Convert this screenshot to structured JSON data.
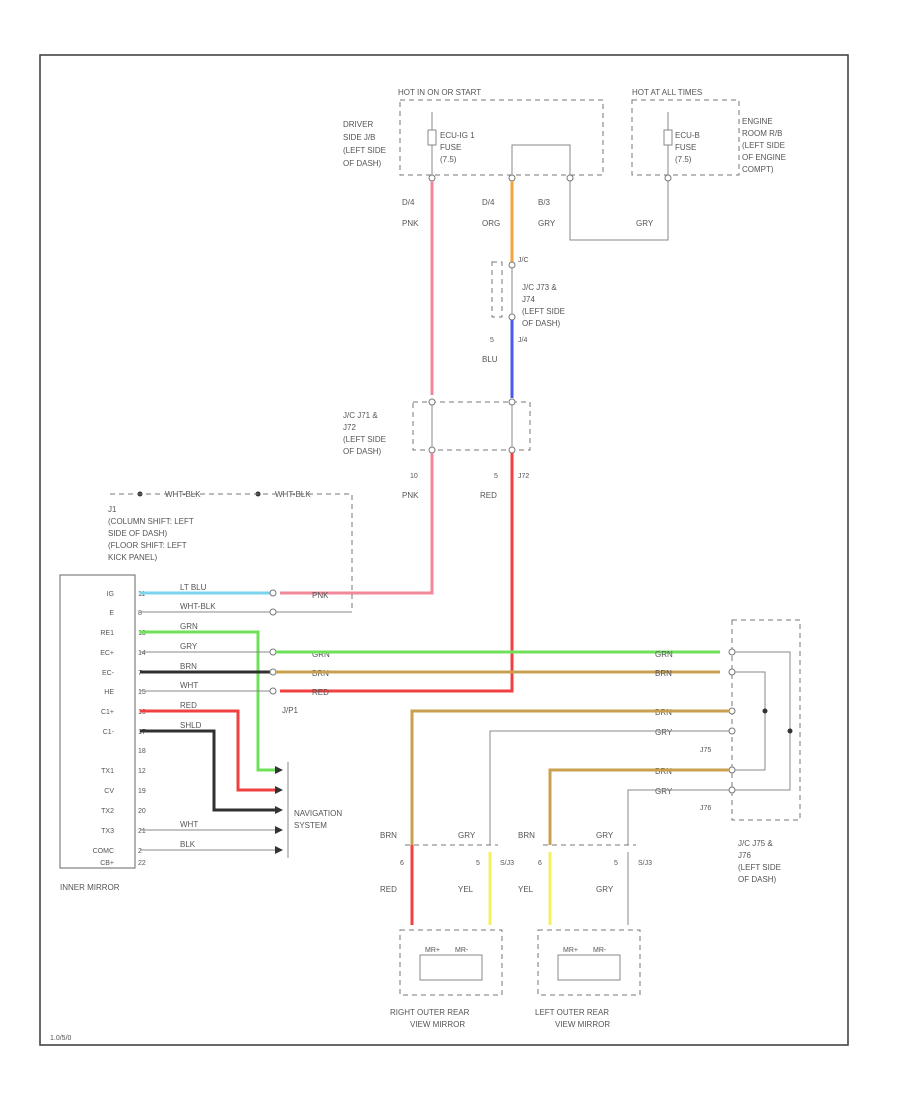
{
  "top_left": {
    "fuse_group": "HOT IN ON OR START",
    "location": [
      "DRIVER",
      "SIDE J/B",
      "(LEFT SIDE",
      "OF DASH)"
    ],
    "fuse": [
      "ECU-IG 1",
      "FUSE",
      "(7.5)"
    ],
    "pins": {
      "left": "D/4",
      "mid": "D/4",
      "right": "B/3"
    }
  },
  "top_right": {
    "fuse_group": "HOT AT ALL TIMES",
    "location": [
      "ENGINE",
      "ROOM R/B",
      "(LEFT SIDE",
      "OF ENGINE",
      "COMPT)"
    ],
    "fuse": [
      "ECU-B",
      "FUSE",
      "(7.5)"
    ]
  },
  "wires_top": {
    "pnk": "PNK",
    "org": "ORG",
    "gry1": "GRY",
    "gry2": "GRY"
  },
  "jc_upper": {
    "pin_top": "J/C",
    "pin_bottom": "J/4",
    "num": "5",
    "desc": [
      "J/C J73 &",
      "J74",
      "(LEFT SIDE",
      "OF DASH)"
    ],
    "wire": "BLU"
  },
  "jc_middle": {
    "desc": [
      "J/C J71 &",
      "J72",
      "(LEFT SIDE",
      "OF DASH)"
    ],
    "pin_left": "10",
    "pin_right": "5",
    "pin_right2": "J72",
    "wire_left": "PNK",
    "wire_right": "RED"
  },
  "mirror_note": {
    "ground_wire1": "WHT-BLK",
    "ground_wire2": "WHT-BLK",
    "lines": [
      "J1",
      "(COLUMN SHIFT: LEFT",
      "SIDE OF DASH)",
      "(FLOOR SHIFT: LEFT",
      "KICK PANEL)"
    ]
  },
  "inner_mirror": {
    "label": "INNER MIRROR",
    "pins": [
      "IG",
      "E",
      "RE1",
      "EC+",
      "EC-",
      "HE",
      "C1+",
      "C1-",
      "",
      "TX1",
      "CV",
      "TX2",
      "TX3",
      "COMC",
      "CB+"
    ],
    "pin_nums": [
      "11",
      "8",
      "13",
      "14",
      "7",
      "15",
      "16",
      "17",
      "18",
      "12",
      "19",
      "20",
      "21",
      "2",
      "22"
    ]
  },
  "harness_wires": {
    "lt_blu": "LT BLU",
    "wht_blk": "WHT-BLK",
    "grn": "GRN",
    "gry": "GRY",
    "brn": "BRN",
    "wht": "WHT",
    "red": "RED",
    "shld": "SHLD",
    "pnk": "PNK",
    "jp1": "J/P1",
    "grn2": "GRN",
    "brn2": "BRN",
    "red2": "RED",
    "wht2": "WHT",
    "blk": "BLK"
  },
  "navigation": {
    "label": [
      "NAVIGATION",
      "SYSTEM"
    ]
  },
  "right_jc": {
    "desc": [
      "J/C J75 &",
      "J76",
      "(LEFT SIDE",
      "OF DASH)"
    ],
    "j75": "J75",
    "j76": "J76"
  },
  "right_wires": {
    "grn": "GRN",
    "brn": "BRN",
    "brn2": "BRN",
    "gry": "GRY",
    "brn3": "BRN",
    "gry2": "GRY"
  },
  "right_mirror": {
    "label": [
      "RIGHT OUTER REAR",
      "VIEW MIRROR"
    ],
    "brn": "BRN",
    "gry": "GRY",
    "slot": "S/J3",
    "pin": "6",
    "pin2": "5",
    "red": "RED",
    "yel": "YEL",
    "m1": "MR+",
    "m2": "MR-"
  },
  "left_mirror": {
    "label": [
      "LEFT OUTER REAR",
      "VIEW MIRROR"
    ],
    "brn": "BRN",
    "gry": "GRY",
    "slot": "S/J3",
    "pin": "6",
    "pin2": "5",
    "yel": "YEL",
    "gry2": "GRY",
    "m1": "MR+",
    "m2": "MR-"
  },
  "footer": {
    "code": "1.0/5/0"
  },
  "colors": {
    "pnk": "#f0889a",
    "org": "#f4a53c",
    "blu": "#4a5af0",
    "red": "#f04040",
    "grn": "#6ee05a",
    "brn": "#c8a050",
    "ltblu": "#7ad4ee",
    "yel": "#f4f060",
    "blk": "#303030",
    "gry": "#999999"
  }
}
